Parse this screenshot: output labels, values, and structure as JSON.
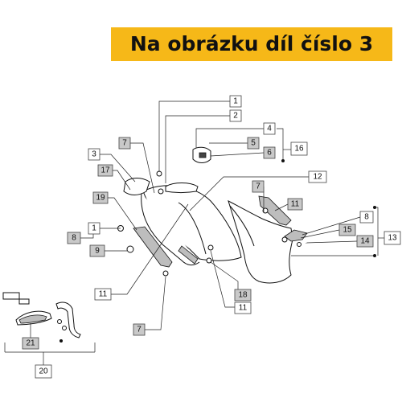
{
  "banner": {
    "title": "Na obrázku díl číslo 3",
    "color": "#f6b818"
  },
  "callouts": {
    "c1a": "1",
    "c2": "2",
    "c4": "4",
    "c5": "5",
    "c6": "6",
    "c16": "16",
    "c7a": "7",
    "c3": "3",
    "c17": "17",
    "c12": "12",
    "c19": "19",
    "c1b": "1",
    "c8a": "8",
    "c9": "9",
    "c7b": "7",
    "c11a": "11",
    "c8b": "8",
    "c15": "15",
    "c14": "14",
    "c13": "13",
    "c11b": "11",
    "c18": "18",
    "c11c": "11",
    "c7c": "7",
    "c21": "21",
    "c20": "20"
  }
}
